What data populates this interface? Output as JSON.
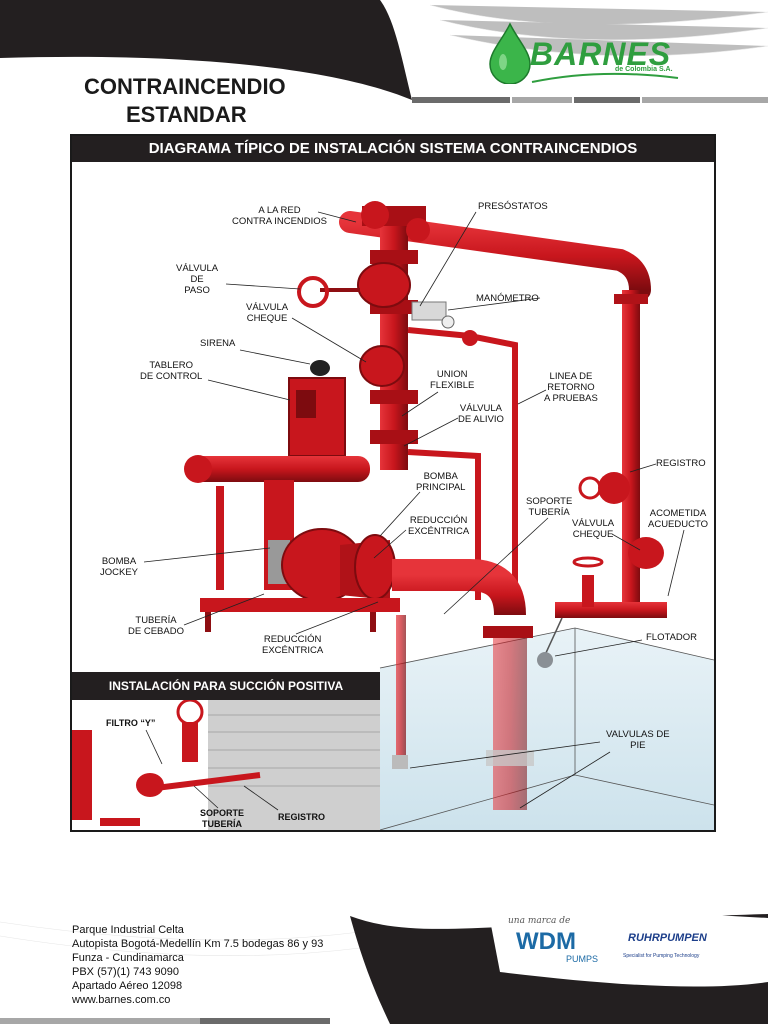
{
  "header": {
    "title_line1": "CONTRAINCENDIO",
    "title_line2": "ESTANDAR",
    "brand": "BARNES",
    "brand_sub": "de Colombia S.A."
  },
  "diagram": {
    "banner": "DIAGRAMA TÍPICO DE INSTALACIÓN SISTEMA CONTRAINCENDIOS",
    "labels": {
      "red": [
        "A LA RED",
        "CONTRA INCENDIOS"
      ],
      "presostatos": "PRESÓSTATOS",
      "valvula_paso": [
        "VÁLVULA",
        "DE",
        "PASO"
      ],
      "manometro": "MANÓMETRO",
      "valvula_cheque": [
        "VÁLVULA",
        "CHEQUE"
      ],
      "sirena": "SIRENA",
      "tablero": [
        "TABLERO",
        "DE CONTROL"
      ],
      "union": [
        "UNION",
        "FLEXIBLE"
      ],
      "linea_retorno": [
        "LINEA DE",
        "RETORNO",
        "A PRUEBAS"
      ],
      "valvula_alivio": [
        "VÁLVULA",
        "DE ALIVIO"
      ],
      "registro": "REGISTRO",
      "bomba_principal": [
        "BOMBA",
        "PRINCIPAL"
      ],
      "soporte": [
        "SOPORTE",
        "TUBERÍA"
      ],
      "acometida": [
        "ACOMETIDA",
        "ACUEDUCTO"
      ],
      "reduccion1": [
        "REDUCCIÓN",
        "EXCÉNTRICA"
      ],
      "valvula_cheque2": [
        "VÁLVULA",
        "CHEQUE"
      ],
      "bomba_jockey": [
        "BOMBA",
        "JOCKEY"
      ],
      "tuberia_cebado": [
        "TUBERÍA",
        "DE CEBADO"
      ],
      "reduccion2": [
        "REDUCCIÓN",
        "EXCÉNTRICA"
      ],
      "flotador": "FLOTADOR",
      "valvulas_pie": [
        "VALVULAS DE",
        "PIE"
      ]
    },
    "inset": {
      "banner": "INSTALACIÓN PARA SUCCIÓN POSITIVA",
      "filtro": "FILTRO “Y”",
      "soporte": [
        "SOPORTE",
        "TUBERÍA"
      ],
      "registro": "REGISTRO"
    }
  },
  "footer": {
    "lines": [
      "Parque Industrial Celta",
      "Autopista Bogotá-Medellín Km 7.5 bodegas 86 y 93",
      "Funza - Cundinamarca",
      "PBX  (57)(1) 743 9090",
      "Apartado Aéreo 12098",
      "www.barnes.com.co"
    ],
    "una_marca": "una marca de",
    "wdm": "WDM",
    "wdm_pumps": "PUMPS",
    "ruhrpumpen": "RUHRPUMPEN",
    "ruhr_tagline": "Specialist for Pumping Technology"
  },
  "colors": {
    "pipe_red": "#c8161d",
    "pipe_dark": "#8e0e12",
    "brand_green": "#2f9e3f",
    "dark_band": "#231f20",
    "water": "#cfe4ee"
  }
}
